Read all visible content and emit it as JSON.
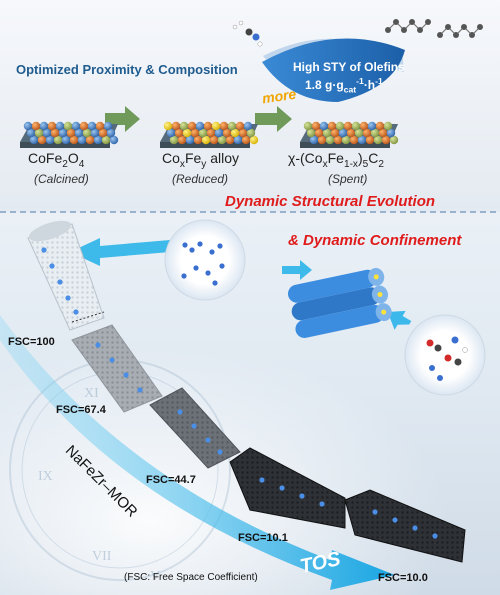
{
  "top": {
    "title": "Optimized Proximity & Composition",
    "more_label": "more",
    "sty_title": "High STY of Olefins",
    "sty_value": "1.8 g·g",
    "sty_sub": "cat",
    "sty_sup": "-1",
    "sty_unit": "·h",
    "sty_sup2": "-1",
    "stages": [
      {
        "formula_main": "CoFe",
        "formula_sub": "2",
        "formula_o": "O",
        "formula_sub2": "4",
        "state": "(Calcined)"
      },
      {
        "formula_main": "Co",
        "formula_sub": "x",
        "formula_mid": "Fe",
        "formula_sub2": "y",
        "formula_tail": " alloy",
        "state": "(Reduced)"
      },
      {
        "formula_main": "χ-(Co",
        "formula_sub": "x",
        "formula_mid": "Fe",
        "formula_sub2": "1-x",
        "formula_tail": ")",
        "formula_sub3": "5",
        "formula_end": "C",
        "formula_sub4": "2",
        "state": "(Spent)"
      }
    ]
  },
  "bottom": {
    "title1": "Dynamic Structural Evolution",
    "title2": "& Dynamic Confinement",
    "zeolite_label": "NaFeZr–MOR",
    "axis_label": "TOS",
    "note": "(FSC: Free Space Coefficient)",
    "fsc_values": [
      {
        "label": "FSC=100"
      },
      {
        "label": "FSC=67.4"
      },
      {
        "label": "FSC=44.7"
      },
      {
        "label": "FSC=10.1"
      },
      {
        "label": "FSC=10.0"
      }
    ]
  },
  "colors": {
    "title_blue": "#1f5c8f",
    "emphasis_red": "#e01b1b",
    "arrow_green": "#6f9a5a",
    "more_orange": "#f0a500",
    "sty_blue": "#2e7cc6",
    "arrow_cyan": "#1fb0e8",
    "cobalt": "#3d7cc9",
    "iron": "#d2691e"
  }
}
